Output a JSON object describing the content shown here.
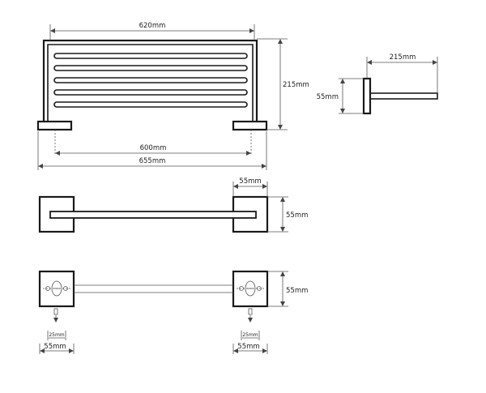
{
  "labels": {
    "front_width_top": "620mm",
    "front_height": "215mm",
    "front_inner_width": "600mm",
    "front_total_width": "655mm",
    "side_depth": "215mm",
    "side_height": "55mm",
    "top_bracket_width": "55mm",
    "top_bracket_height": "55mm",
    "bottom_bracket_height": "55mm",
    "left_hole_spacing": "25mm",
    "right_hole_spacing": "25mm",
    "left_bracket_width": "55mm",
    "right_bracket_width": "55mm"
  }
}
